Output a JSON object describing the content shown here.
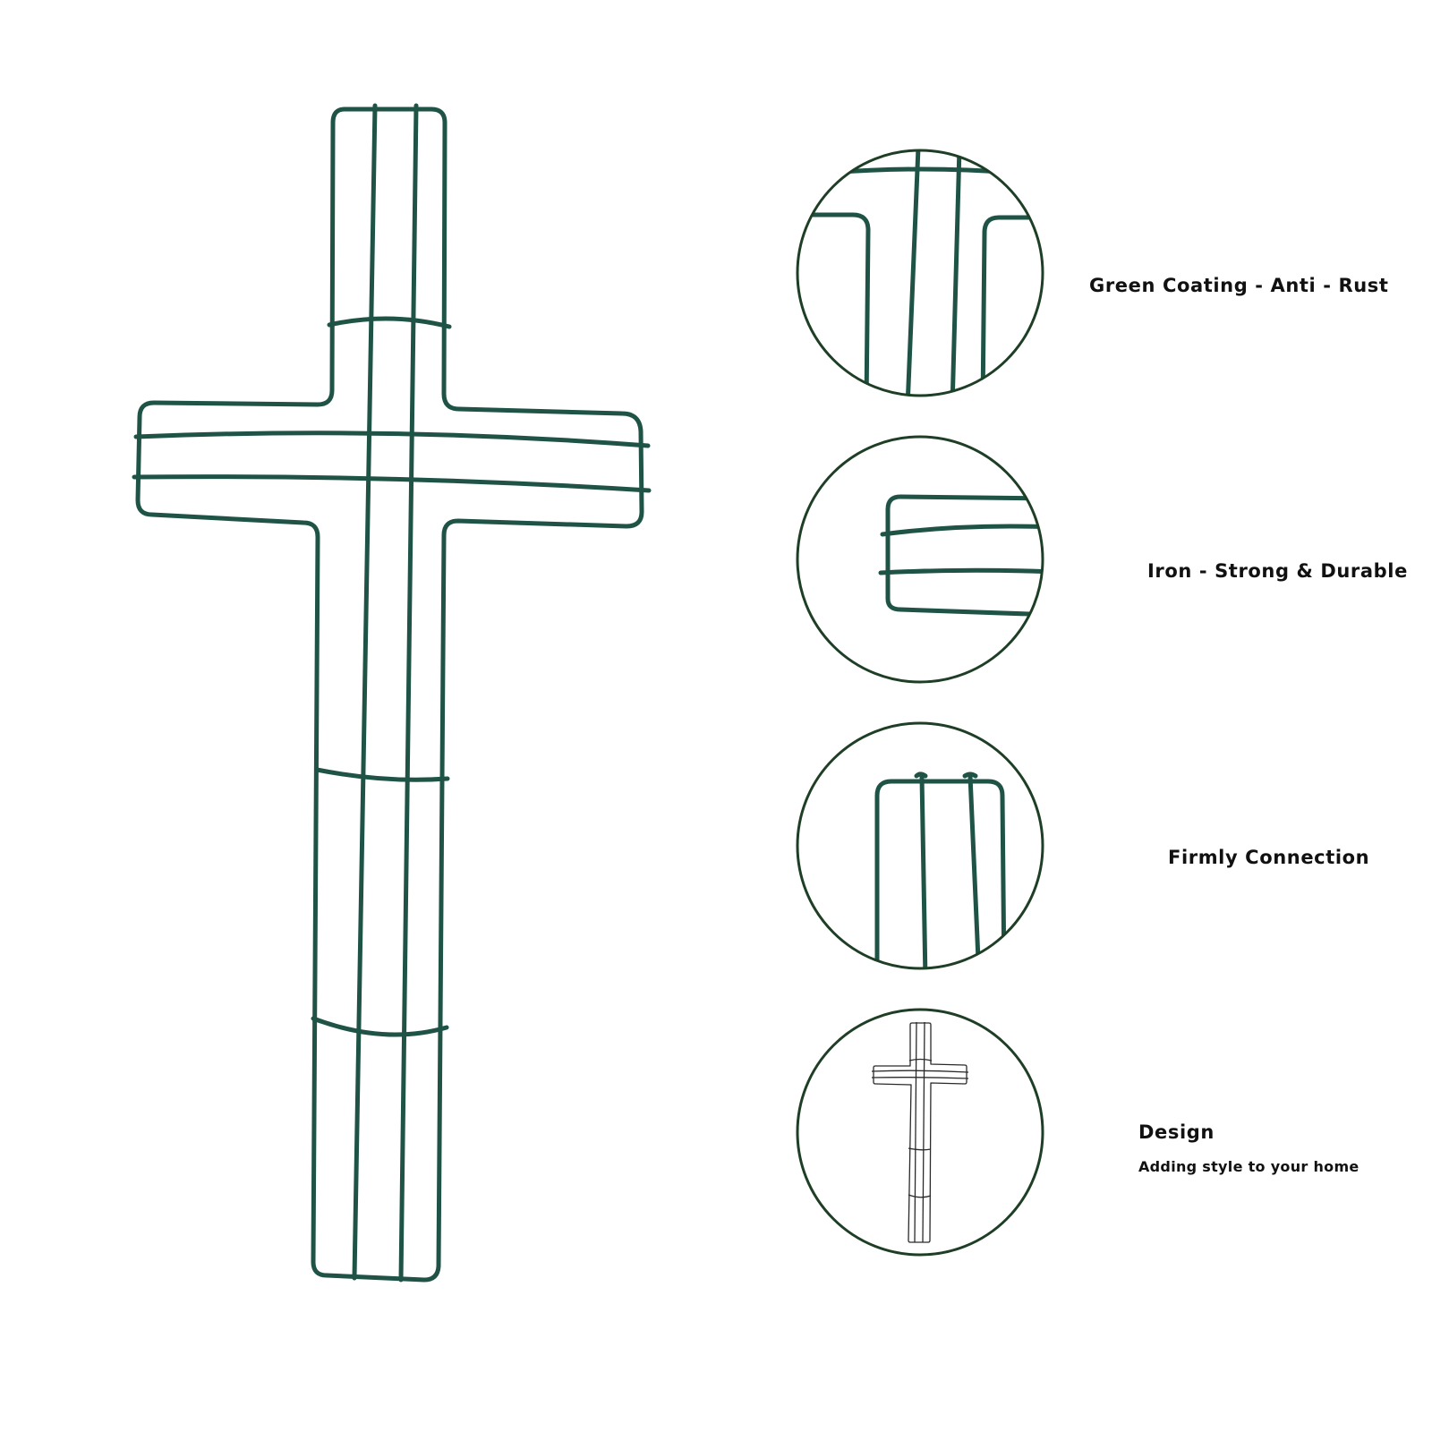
{
  "colors": {
    "wire": "#1f5346",
    "circle_border": "#1e3f26",
    "thumbnail_wire": "#2a2a2a",
    "text": "#111111",
    "background": "#ffffff"
  },
  "features": [
    {
      "title": "Green Coating - Anti - Rust",
      "detail": "top-end-wire-closeup"
    },
    {
      "title": "Iron - Strong & Durable",
      "detail": "arm-end-closeup"
    },
    {
      "title": "Firmly  Connection",
      "detail": "bottom-end-closeup"
    },
    {
      "title": "Design",
      "subtitle": "Adding style to your home",
      "detail": "full-cross-outline"
    }
  ]
}
